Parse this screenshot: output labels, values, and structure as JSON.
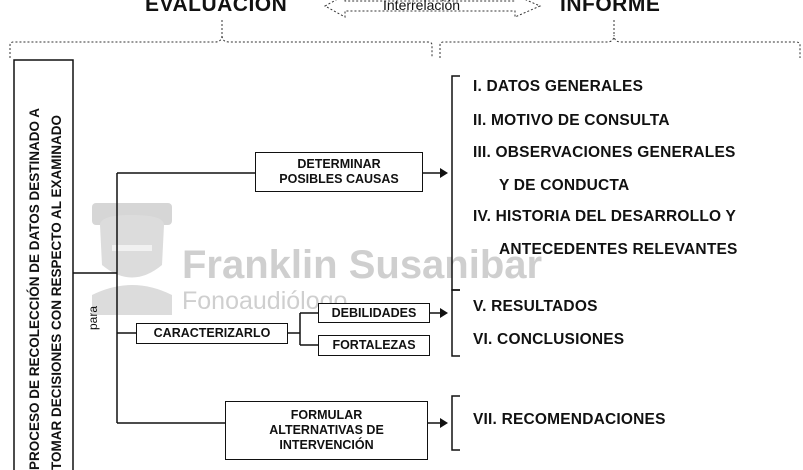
{
  "header": {
    "left_title": "EVALUACIÓN",
    "right_title": "INFORME",
    "link_label": "Interrelación"
  },
  "definition": {
    "line1": "PROCESO DE RECOLECCIÓN DE DATOS DESTINADO A",
    "line2": "TOMAR DECISIONES CON  RESPECTO  AL  EXAMINADO"
  },
  "connector_label": "para",
  "boxes": {
    "determinar": [
      "DETERMINAR",
      "POSIBLES  CAUSAS"
    ],
    "caracterizarlo": "CARACTERIZARLO",
    "debilidades": "DEBILIDADES",
    "fortalezas": "FORTALEZAS",
    "formular": [
      "FORMULAR",
      "ALTERNATIVAS DE",
      "INTERVENCIÓN"
    ]
  },
  "report_items": [
    "I.   DATOS GENERALES",
    "II.  MOTIVO DE CONSULTA",
    "III. OBSERVACIONES GENERALES",
    "Y DE CONDUCTA",
    "IV. HISTORIA DEL DESARROLLO Y",
    "ANTECEDENTES RELEVANTES",
    "V.  RESULTADOS",
    "VI. CONCLUSIONES",
    "VII. RECOMENDACIONES"
  ],
  "watermark": {
    "name": "Franklin Susanibar",
    "subtitle": "Fonoaudiólogo"
  }
}
